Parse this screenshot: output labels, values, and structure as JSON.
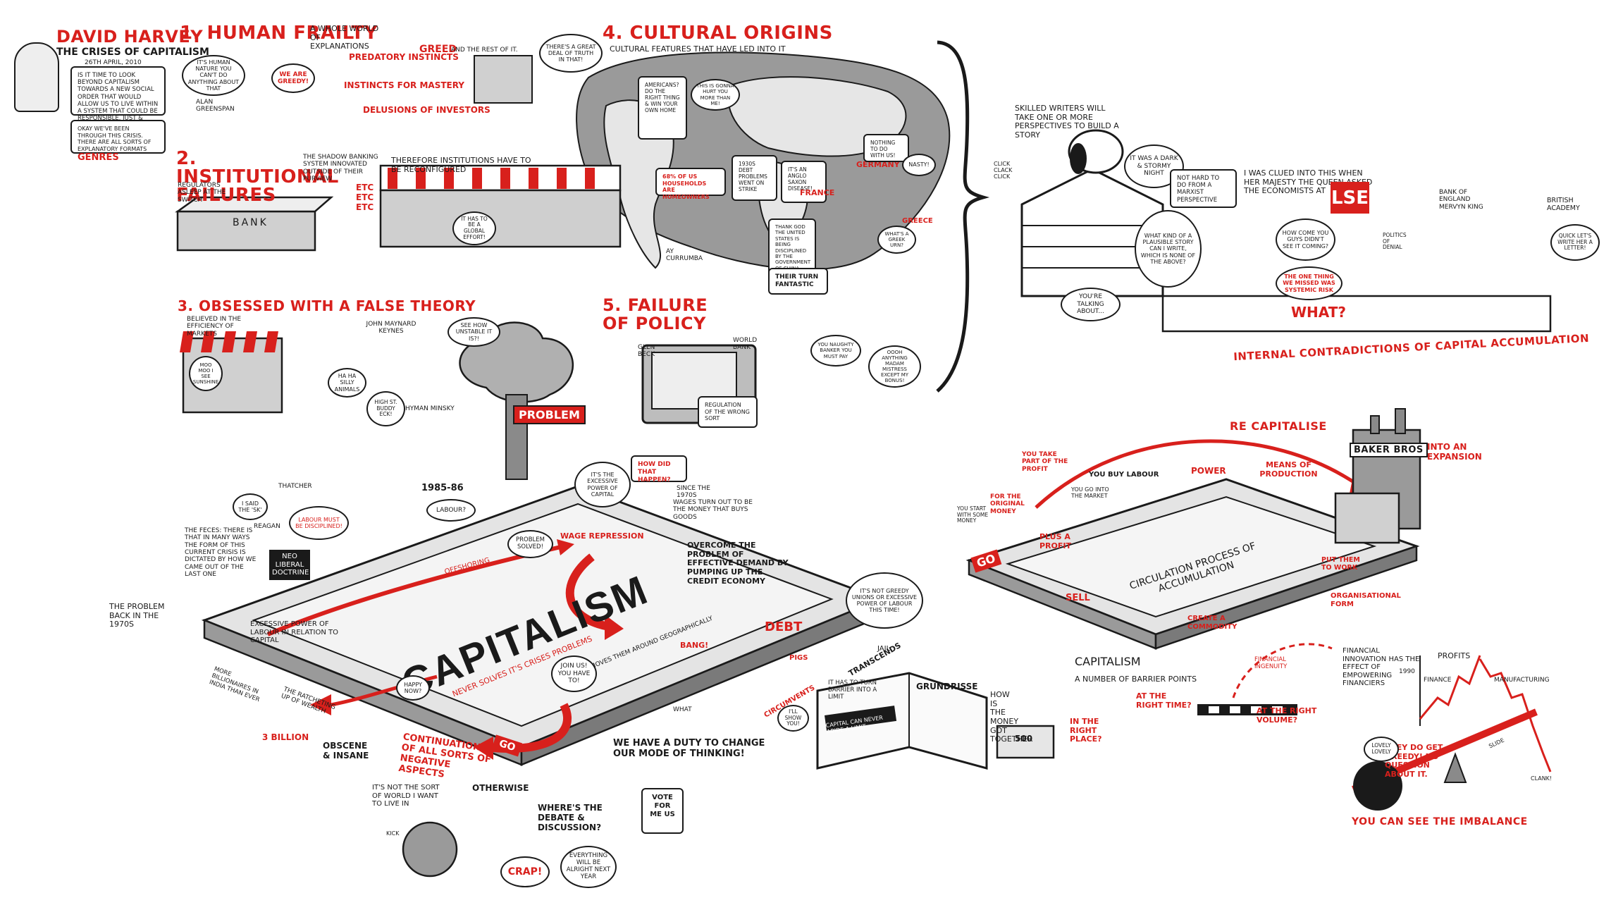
{
  "header": {
    "author": "DAVID HARVEY",
    "title": "THE CRISES of CAPITALISM",
    "date": "26th APRIL, 2010",
    "intro": "IS IT TIME TO LOOK BEYOND CAPITALISM TOWARDS A NEW SOCIAL ORDER THAT WOULD ALLOW US TO LIVE WITHIN A SYSTEM THAT COULD BE RESPONSIBLE, JUST & HUMANE?",
    "intro2": "OKAY WE'VE BEEN THROUGH THIS CRISIS. THERE ARE ALL SORTS OF EXPLANATORY FORMATS",
    "genres": "GENRES"
  },
  "sections": {
    "s1": {
      "title": "1. HUMAN FRAILTY",
      "sub": "A WHOLE WORLD OF EXPLANATIONS",
      "l1": "IT'S HUMAN NATURE YOU CAN'T DO ANYTHING ABOUT THAT",
      "l2": "PREDATORY INSTINCTS",
      "l3": "INSTINCTS FOR MASTERY",
      "l4": "DELUSIONS OF INVESTORS",
      "l5": "GREED",
      "l6": "AND THE REST OF IT.",
      "l7": "THERE'S A GREAT DEAL OF TRUTH IN THAT!",
      "l8": "ALAN GREENSPAN",
      "l9": "WE ARE GREEDY!"
    },
    "s2": {
      "title": "2. INSTITUTIONAL FAILURES",
      "l1": "THE SHADOW BANKING SYSTEM INNOVATED OUTSIDE OF THEIR PURVIEW",
      "l2": "REGULATORS ASLEEP AT THE SWITCH",
      "l3": "THEREFORE INSTITUTIONS HAVE TO BE RECONFIGURED",
      "l4": "ETC ETC ETC",
      "l5": "BANK",
      "l6": "IT HAS TO BE A GLOBAL EFFORT!"
    },
    "s3": {
      "title": "3. OBSESSED WITH A FALSE THEORY",
      "l1": "BELIEVED IN THE EFFICIENCY OF MARKETS",
      "l2": "JOHN MAYNARD KEYNES",
      "l3": "SEE HOW UNSTABLE IT IS?!",
      "l4": "HA HA SILLY ANIMALS",
      "l5": "HIGH ST. BUDDY ECK!",
      "l6": "HYMAN MINSKY",
      "l7": "MOO MOO I SEE SUNSHINE"
    },
    "s4": {
      "title": "4. CULTURAL ORIGINS",
      "sub": "CULTURAL FEATURES THAT HAVE LED INTO IT",
      "l1": "AMERICANS? DO THE RIGHT THING & WIN YOUR OWN HOME",
      "l2": "THIS IS GONNA HURT YOU MORE THAN ME!",
      "l3": "68% OF US HOUSEHOLDS ARE HOMEOWNERS",
      "l4": "1930s DEBT PROBLEMS WENT ON STRIKE",
      "l5": "IT'S AN ANGLO SAXON DISEASE!",
      "l6": "FRANCE",
      "l7": "GERMANY",
      "l8": "GREECE",
      "l9": "NOTHING TO DO WITH US!",
      "l10": "NASTY!",
      "l11": "THANK GOD THE UNITED STATES IS BEING DISCIPLINED BY THE GOVERNMENT OF CHINA",
      "l12": "THEIR TURN FANTASTIC",
      "l13": "AY CURRUMBA",
      "l14": "WHAT'S A GREEK URN?"
    },
    "s5": {
      "title": "5. FAILURE OF POLICY",
      "l1": "GLEN BECK",
      "l2": "WORLD BANK",
      "l3": "REGULATION OF THE WRONG SORT",
      "l4": "YOU NAUGHTY BANKER YOU MUST PAY",
      "l5": "OOOH ANYTHING MADAM MISTRESS EXCEPT MY BONUS!"
    }
  },
  "right_top": {
    "l1": "SKILLED WRITERS WILL TAKE ONE OR MORE PERSPECTIVES TO BUILD A STORY",
    "l2": "IT WAS A DARK & STORMY NIGHT",
    "l3": "CLICK CLACK CLICK",
    "l4": "NOT HARD TO DO FROM A MARXIST PERSPECTIVE",
    "l5": "WHAT KIND OF A PLAUSIBLE STORY CAN I WRITE, WHICH IS NONE OF THE ABOVE?",
    "l6": "I WAS CLUED INTO THIS WHEN HER MAJESTY THE QUEEN ASKED THE ECONOMISTS AT",
    "lse": "LSE",
    "l7": "HOW COME YOU GUYS DIDN'T SEE IT COMING?",
    "l8": "THE ONE THING WE MISSED WAS SYSTEMIC RISK",
    "l9": "WHAT?",
    "l10": "YOU'RE TALKING ABOUT...",
    "l11": "BANK OF ENGLAND MERVYN KING",
    "l12": "BRITISH ACADEMY",
    "l13": "QUICK LET'S WRITE HER A LETTER!",
    "l14": "POLITICS OF DENIAL",
    "title": "INTERNAL CONTRADICTIONS OF CAPITAL ACCUMULATION"
  },
  "bottom_left": {
    "problem": "PROBLEM",
    "years": "1985-86",
    "labour": "LABOUR?",
    "problem_solved": "PROBLEM SOLVED!",
    "excessive_power": "IT'S THE EXCESSIVE POWER OF CAPITAL",
    "how_did": "HOW DID THAT HAPPEN?",
    "since": "SINCE THE 1970s",
    "wages": "WAGES TURN OUT TO BE THE MONEY THAT BUYS GOODS",
    "wage_rep": "WAGE REPRESSION",
    "overcome": "OVERCOME THE PROBLEM OF EFFECTIVE DEMAND BY PUMPING UP THE CREDIT ECONOMY",
    "thatcher": "THATCHER",
    "reagan": "REAGAN",
    "i_said": "I SAID THE 'SK'",
    "labour_disc": "LABOUR MUST BE DISCIPLINED!",
    "feces": "THE FECES: THERE IS THAT IN MANY WAYS THE FORM OF THIS CURRENT CRISIS IS DICTATED BY HOW WE CAME OUT OF THE LAST ONE",
    "neo": "NEO LIBERAL DOCTRINE",
    "the_problem": "THE PROBLEM BACK IN THE 1970s",
    "excessive_labour": "EXCESSIVE POWER OF LABOUR IN RELATION TO CAPITAL",
    "offshoring": "OFFSHORING",
    "capitalism": "CAPITALISM",
    "never_solves": "NEVER SOLVES IT'S CRISES PROBLEMS",
    "moves": "IT MOVES THEM AROUND GEOGRAPHICALLY",
    "debt": "DEBT",
    "bang": "BANG!",
    "pigs": "PIGS",
    "not_greedy": "IT'S NOT GREEDY UNIONS OR EXCESSIVE POWER OF LABOUR THIS TIME!",
    "jail": "JAIL",
    "join": "JOIN US! YOU HAVE TO!",
    "happy": "HAPPY NOW?",
    "more_billionaires": "MORE BILLIONAIRES IN INDIA THAN EVER",
    "ratchet": "THE RATCHETING UP OF WEALTH",
    "billion": "3 BILLION",
    "obscene": "OBSCENE & INSANE",
    "continuation": "CONTINUATION OF ALL SORTS OF NEGATIVE ASPECTS",
    "go": "GO",
    "otherwise": "OTHERWISE",
    "not_sort": "IT'S NOT THE SORT OF WORLD I WANT TO LIVE IN",
    "kick": "KICK",
    "debate": "WHERE'S THE DEBATE & DISCUSSION?",
    "crap": "CRAP!",
    "duty": "WE HAVE A DUTY TO CHANGE OUR MODE OF THINKING!",
    "vote": "VOTE FOR ME US",
    "everything": "EVERYTHING WILL BE ALRIGHT NEXT YEAR",
    "circumvents": "CIRCUMVENTS",
    "transcends": "TRANSCENDS",
    "barrier": "IT HAS TO TURN BARRIER INTO A LIMIT",
    "capital_can": "CAPITAL CAN NEVER ABIDE A LIMIT",
    "grundrisse": "GRUNDRISSE",
    "show_you": "I'LL SHOW YOU!",
    "what": "WHAT"
  },
  "bottom_right": {
    "recapitalise": "RE CAPITALISE",
    "part": "YOU TAKE PART OF THE PROFIT",
    "start": "YOU START WITH SOME MONEY",
    "original": "FOR THE ORIGINAL MONEY",
    "go_into": "YOU GO INTO THE MARKET",
    "buy": "YOU BUY LABOUR",
    "power": "POWER",
    "means": "MEANS OF PRODUCTION",
    "baker": "BAKER BROS",
    "expansion": "INTO AN EXPANSION",
    "plus": "PLUS A PROFIT",
    "circulation": "CIRCULATION PROCESS OF ACCUMULATION",
    "put_work": "PUT THEM TO WORK",
    "sell": "SELL",
    "create": "CREATE A COMMODITY",
    "org": "ORGANISATIONAL FORM",
    "go_label": "GO",
    "capitalism": "CAPITALISM",
    "barrier": "A NUMBER OF BARRIER POINTS",
    "how": "HOW IS THE MONEY GOT TOGETHER",
    "right_place": "IN THE RIGHT PLACE?",
    "right_time": "AT THE RIGHT TIME?",
    "right_volume": "AT THE RIGHT VOLUME?",
    "ingenuity": "FINANCIAL INGENUITY",
    "innovation": "FINANCIAL INNOVATION HAS THE EFFECT OF EMPOWERING FINANCIERS",
    "profits": "PROFITS",
    "y1990": "1990",
    "finance": "FINANCE",
    "manufacturing": "MANUFACTURING",
    "greedy": "THEY DO GET GREEDY! NO QUESTION ABOUT IT.",
    "lovely": "LOVELY LOVELY",
    "imbalance": "YOU CAN SEE THE IMBALANCE",
    "clank": "CLANK!",
    "slide": "SLIDE",
    "note": "500"
  },
  "colors": {
    "red": "#d8201c",
    "ink": "#1a1a1a",
    "grey": "#cfcfcf",
    "dark_grey": "#8a8a8a"
  }
}
